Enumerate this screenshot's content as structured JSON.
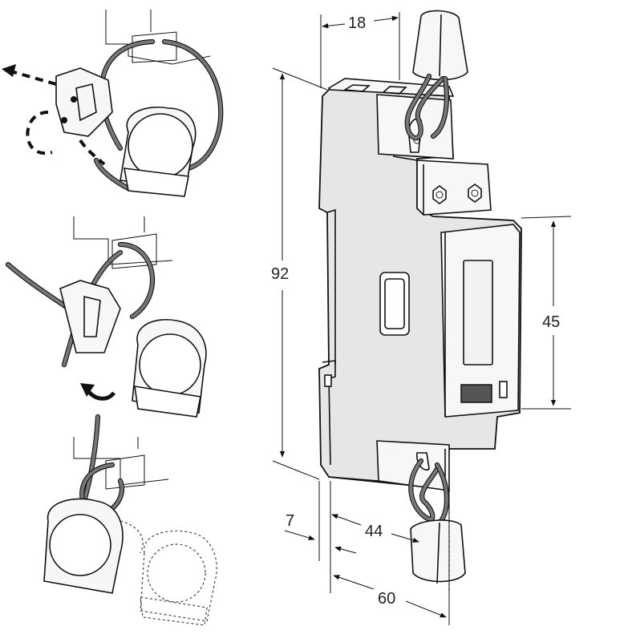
{
  "dimensions": {
    "width_top": "18",
    "height_total": "92",
    "height_front": "45",
    "rail_offset": "7",
    "depth_mid": "44",
    "depth_total": "60"
  },
  "colors": {
    "line": "#111111",
    "housing_fill": "#e6e6e6",
    "wire": "#777777",
    "background": "#ffffff"
  },
  "icons": {
    "step1_arrow": "dashed-arrow-left-icon",
    "step2_arrow": "curved-arrow-icon"
  }
}
